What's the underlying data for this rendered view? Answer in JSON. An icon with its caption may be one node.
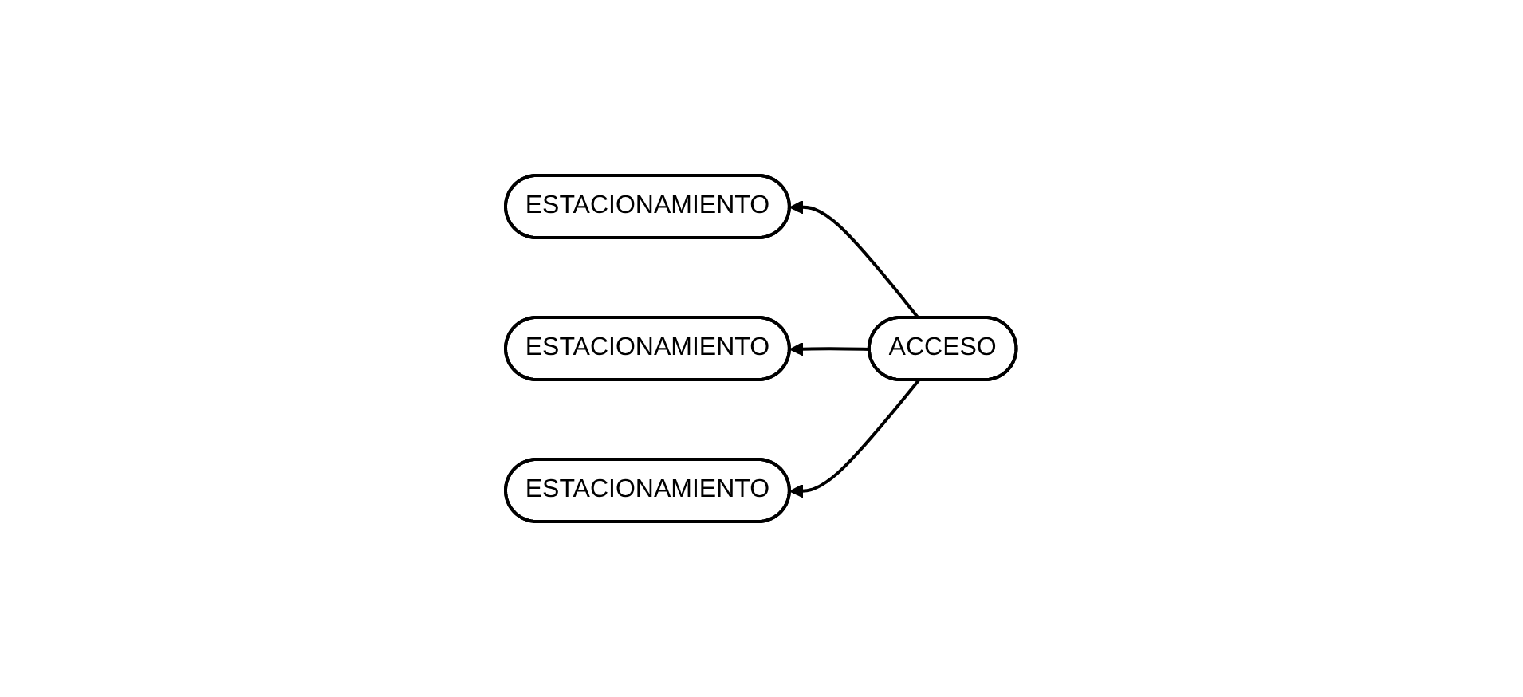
{
  "diagram": {
    "nodes": [
      {
        "text": [
          "ESTACIONAMIENTO"
        ]
      },
      {
        "text": [
          "ESTACIONAMIENTO"
        ]
      },
      {
        "text": [
          "ACCESO"
        ]
      },
      {
        "text": [
          "ESTACIONAMIENTO"
        ]
      }
    ],
    "edges": [
      {
        "from": 2,
        "to": 1,
        "arrow": "to"
      },
      {
        "from": 2,
        "to": 0,
        "arrow": "to"
      },
      {
        "from": 2,
        "to": 3,
        "arrow": "to"
      }
    ]
  }
}
